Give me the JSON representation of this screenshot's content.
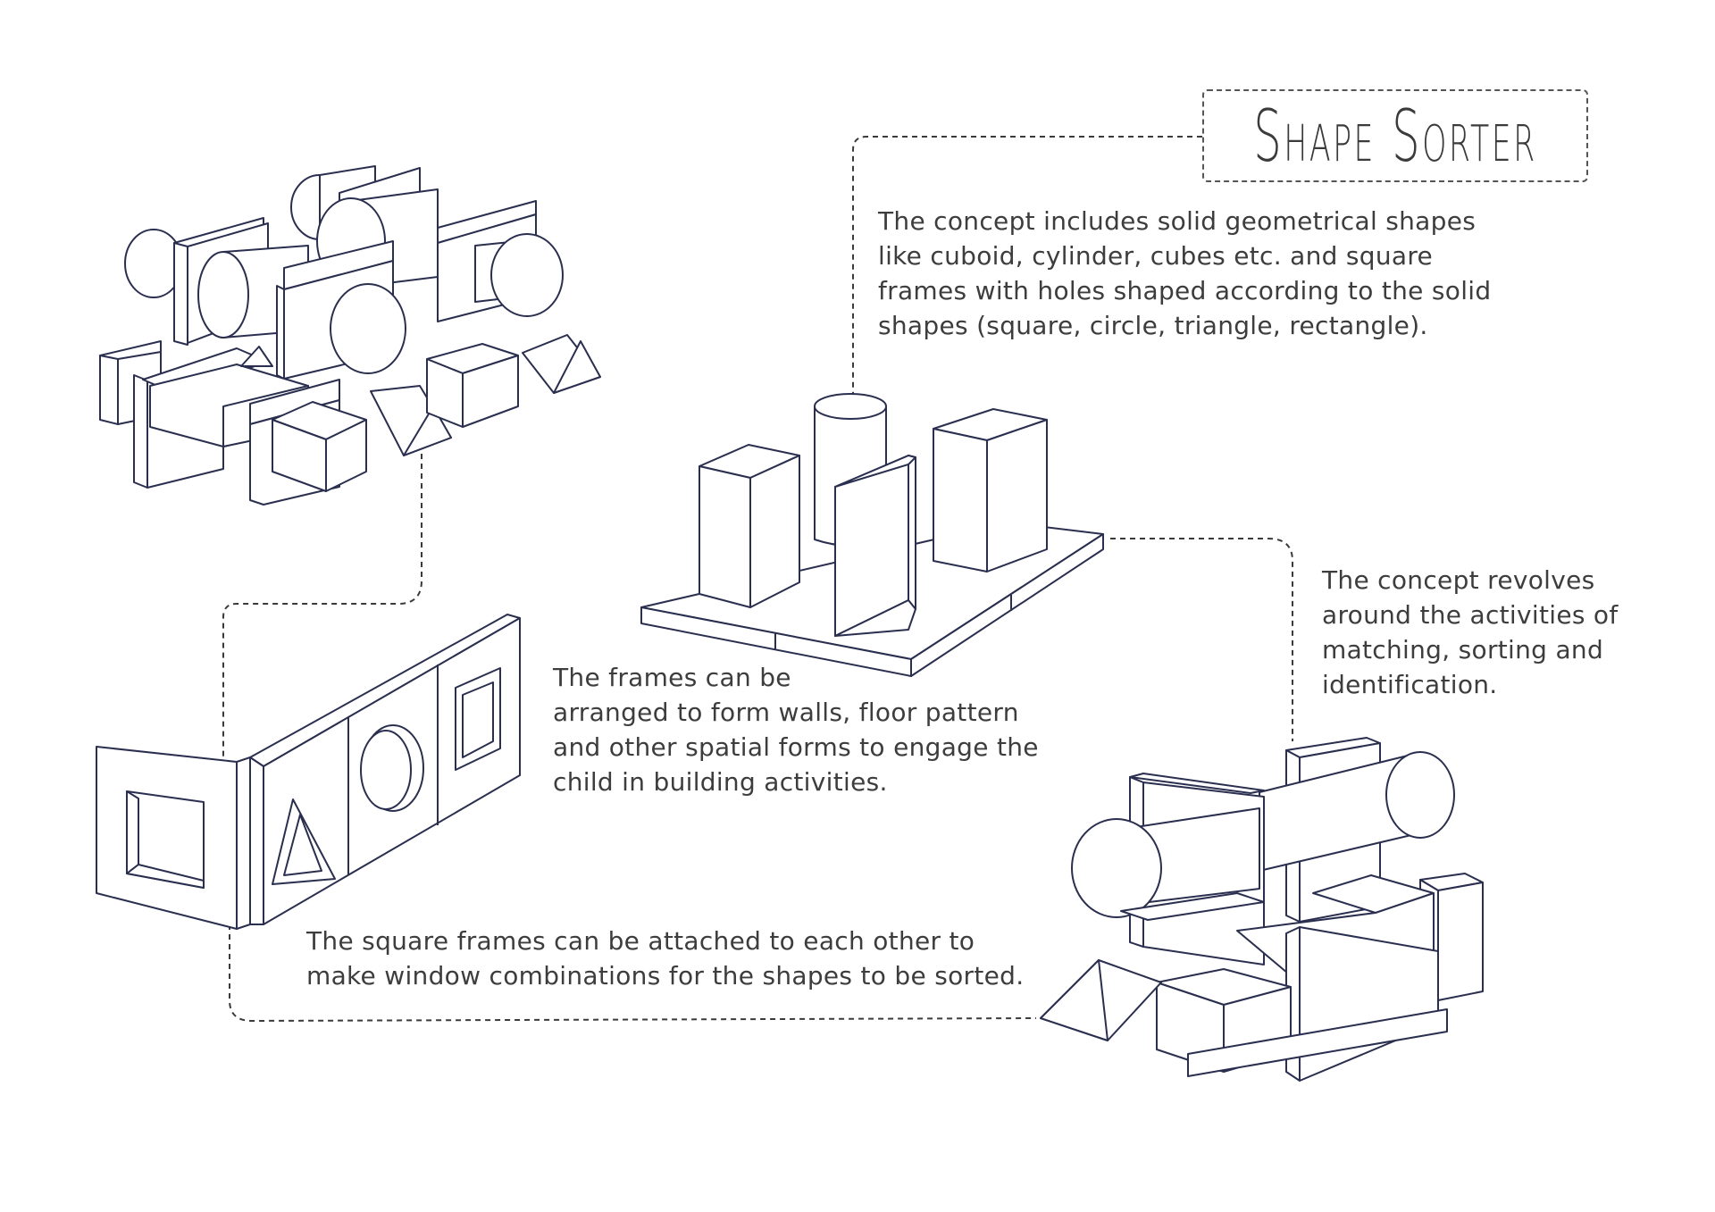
{
  "title": "Shape Sorter",
  "notes": {
    "concept": "The concept includes solid geometrical shapes\nlike cuboid, cylinder, cubes etc. and square\nframes with holes shaped according to the solid\nshapes (square, circle, triangle, rectangle).",
    "activities": "The concept revolves\naround the activities of\nmatching, sorting and\nidentification.",
    "frames": "The frames can be\narranged to form walls, floor pattern\nand other spatial forms to engage the\nchild in building activities.",
    "square_frames": "The square frames can be attached to each other to\nmake window combinations for the shapes to be sorted."
  },
  "colors": {
    "line": "#2b2f4f",
    "text": "#3d3d3d",
    "connector": "#3a3a3a"
  }
}
